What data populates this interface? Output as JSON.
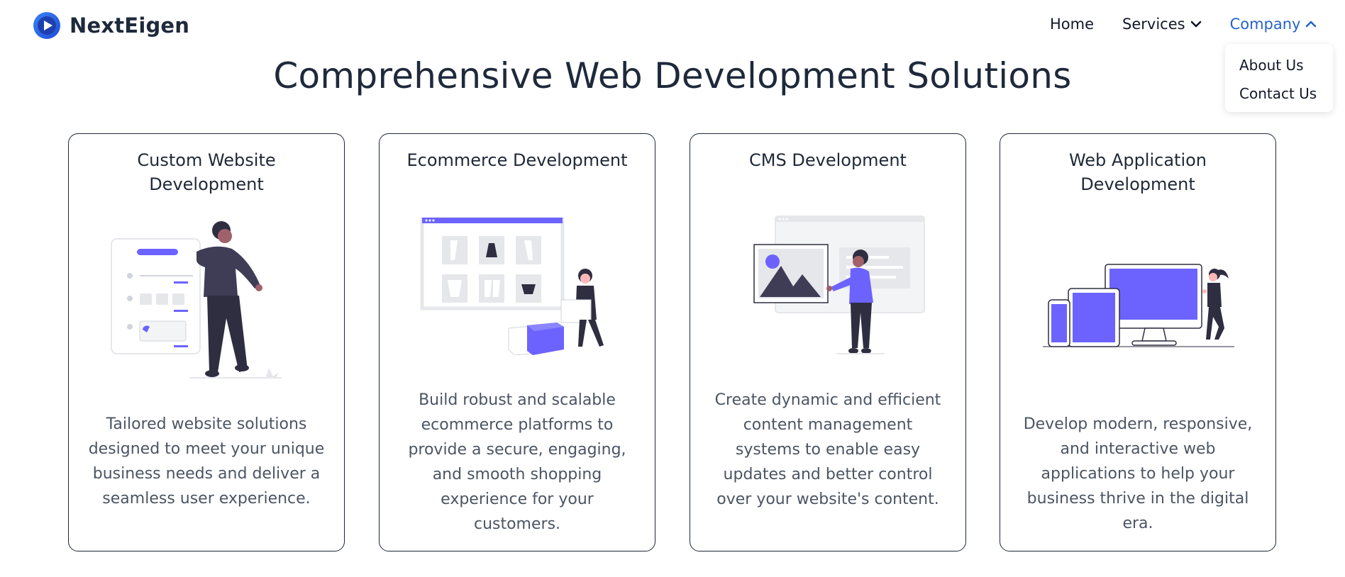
{
  "brand": {
    "name": "NextEigen",
    "logo_icon": "play-circle-icon",
    "accent_color": "#2563eb"
  },
  "nav": {
    "home": "Home",
    "services": "Services",
    "company": "Company",
    "company_active_color": "#2563c9",
    "dropdown": {
      "items": [
        "About Us",
        "Contact Us"
      ]
    }
  },
  "page": {
    "title": "Comprehensive Web Development Solutions"
  },
  "cards": [
    {
      "title_line1": "Custom Website",
      "title_line2": "Development",
      "illustration": "person-with-website-mockup-illustration",
      "desc": [
        "Tailored website solutions",
        "designed to meet your unique",
        "business needs and deliver a",
        "seamless user experience."
      ]
    },
    {
      "title_line1": "Ecommerce Development",
      "title_line2": "",
      "illustration": "online-shop-delivery-illustration",
      "desc": [
        "Build robust and scalable",
        "ecommerce platforms to",
        "provide a secure, engaging,",
        "and smooth shopping",
        "experience for your customers."
      ]
    },
    {
      "title_line1": "CMS Development",
      "title_line2": "",
      "illustration": "person-placing-image-illustration",
      "desc": [
        "Create dynamic and efficient",
        "content management",
        "systems to enable easy",
        "updates and better control",
        "over your website's content."
      ]
    },
    {
      "title_line1": "Web Application",
      "title_line2": "Development",
      "illustration": "responsive-devices-illustration",
      "desc": [
        "Develop modern, responsive,",
        "and interactive web",
        "applications to help your",
        "business thrive in the digital",
        "era."
      ]
    }
  ],
  "colors": {
    "illustration_purple": "#6c63ff",
    "illustration_dark": "#2f2e41",
    "text_dark": "#1f2937",
    "text_muted": "#4b5563"
  }
}
